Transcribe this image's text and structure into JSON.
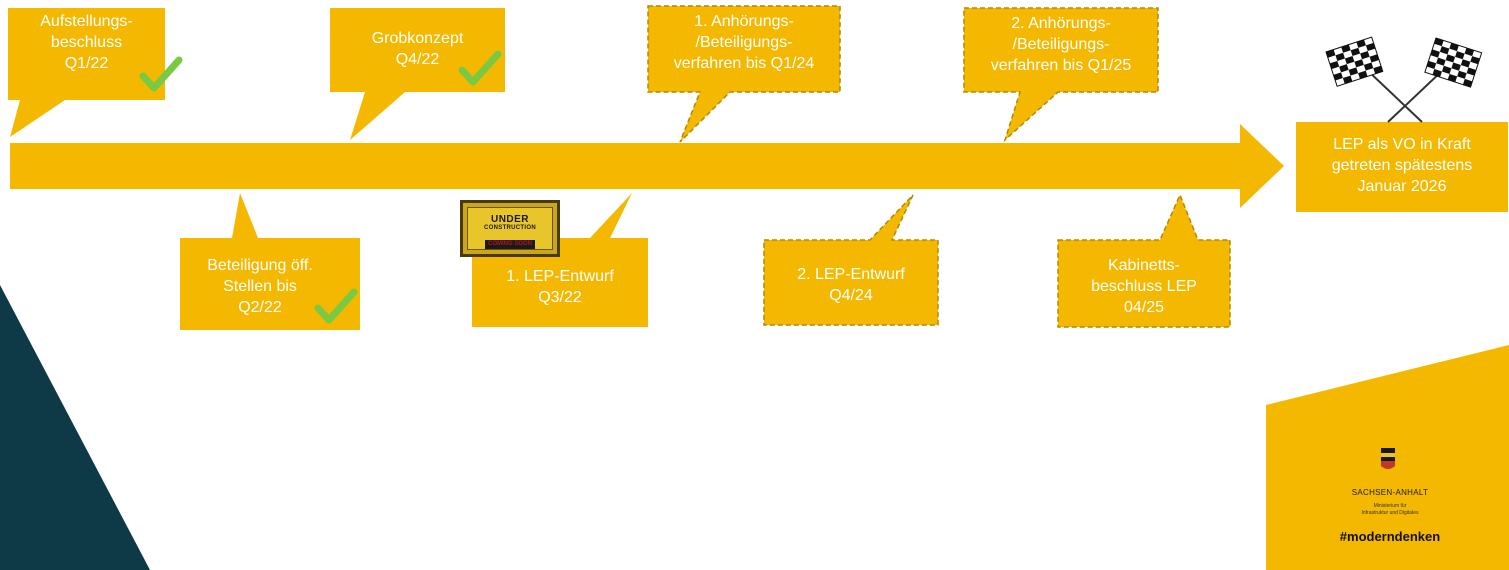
{
  "colors": {
    "accent": "#f5b800",
    "dark_panel": "#0e3a47",
    "check": "#7ac943",
    "text_on_accent": "#ffffff"
  },
  "milestones_top": [
    {
      "text": "Aufstellungs-\nbeschluss\nQ1/22",
      "status": "done",
      "style": "solid"
    },
    {
      "text": "Grobkonzept\nQ4/22",
      "status": "done",
      "style": "solid"
    },
    {
      "text": "1. Anhörungs-\n/Beteiligungs-\nverfahren bis Q1/24",
      "status": "planned",
      "style": "dashed"
    },
    {
      "text": "2. Anhörungs-\n/Beteiligungs-\nverfahren bis Q1/25",
      "status": "planned",
      "style": "dashed"
    }
  ],
  "milestones_bottom": [
    {
      "text": "Beteiligung öff.\nStellen bis\nQ2/22",
      "status": "done",
      "style": "solid"
    },
    {
      "text": "1. LEP-Entwurf\nQ3/22",
      "status": "in-progress",
      "style": "solid"
    },
    {
      "text": "2. LEP-Entwurf\nQ4/24",
      "status": "planned",
      "style": "dashed"
    },
    {
      "text": "Kabinetts-\nbeschluss LEP\n04/25",
      "status": "planned",
      "style": "dashed"
    }
  ],
  "goal": {
    "text": "LEP als VO in Kraft\ngetreten spätestens\nJanuar 2026",
    "icon": "checkered-flags-icon"
  },
  "under_construction": {
    "line1": "UNDER",
    "line2": "CONSTRUCTION",
    "line3": "COMING SOON"
  },
  "branding": {
    "state_name": "SACHSEN-ANHALT",
    "ministry": "Ministerium für\nInfrastruktur und Digitales",
    "hashtag": "#moderndenken",
    "icon": "coat-of-arms-icon"
  }
}
